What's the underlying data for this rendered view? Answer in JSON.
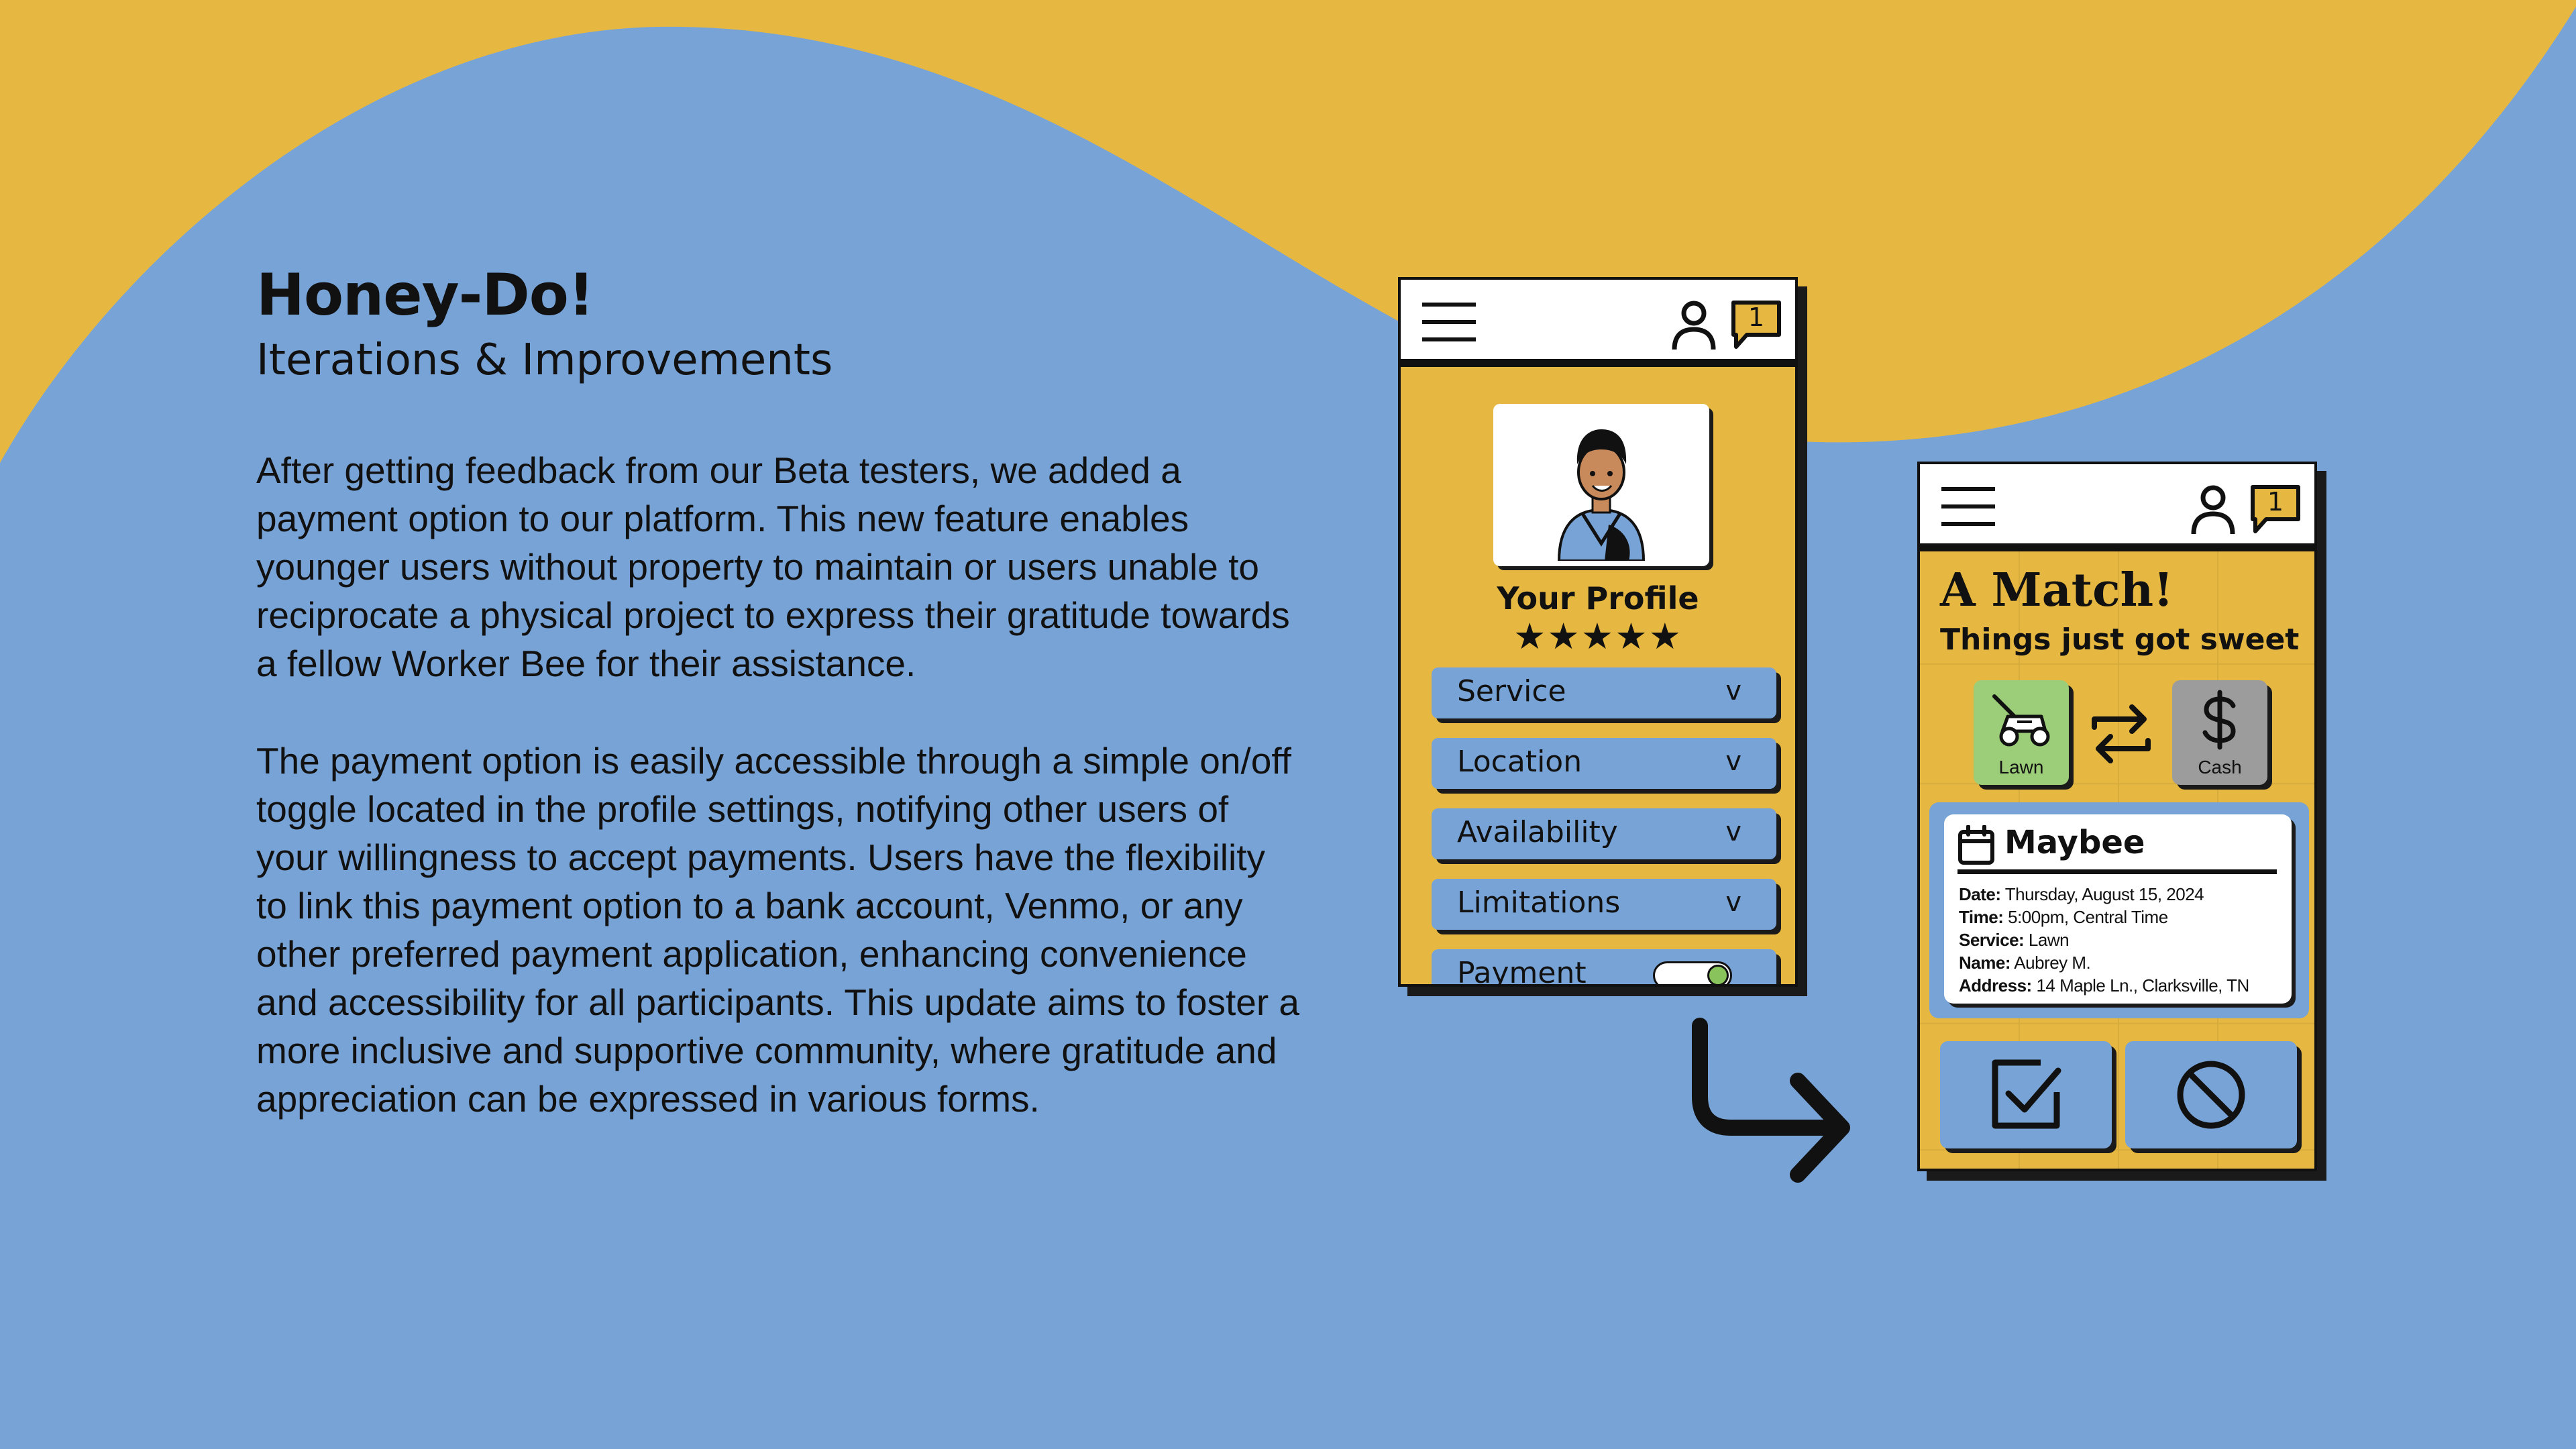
{
  "colors": {
    "background_blue": "#78a3d6",
    "honey_yellow": "#e6b842",
    "toggle_green": "#89c35b",
    "lawn_green": "#9ccd78",
    "cash_gray": "#9c9c9c"
  },
  "heading": {
    "title": "Honey-Do!",
    "subtitle": "Iterations & Improvements"
  },
  "body": {
    "paragraph1": "After getting feedback from our Beta testers, we added a payment option to our platform. This new feature enables younger users without property to maintain or users unable to reciprocate a physical project to express their gratitude towards a fellow Worker Bee for their assistance.",
    "paragraph2": "The payment option is easily accessible through a simple on/off toggle located in the profile settings, notifying other users of your willingness to accept payments. Users have the flexibility to link this payment option to a bank account, Venmo, or any other preferred payment application, enhancing convenience and accessibility for all participants. This update aims to foster a more inclusive and supportive community, where gratitude and appreciation can be expressed in various forms."
  },
  "profile_screen": {
    "header": {
      "menu_icon": "hamburger-icon",
      "user_icon": "user-icon",
      "chat_icon": "chat-bubble-icon",
      "notification_count": "1"
    },
    "title": "Your Profile",
    "rating_stars": "★★★★★",
    "rating": 5,
    "menu": [
      {
        "label": "Service",
        "chevron": "v"
      },
      {
        "label": "Location",
        "chevron": "v"
      },
      {
        "label": "Availability",
        "chevron": "v"
      },
      {
        "label": "Limitations",
        "chevron": "v"
      }
    ],
    "payment": {
      "label": "Payment",
      "toggle_on": true
    }
  },
  "match_screen": {
    "header": {
      "menu_icon": "hamburger-icon",
      "user_icon": "user-icon",
      "chat_icon": "chat-bubble-icon",
      "notification_count": "1"
    },
    "title": "A Match!",
    "subtitle": "Things just got sweet",
    "offer": {
      "label": "Lawn",
      "icon": "lawn-mower-icon"
    },
    "swap_icon": "swap-arrows-icon",
    "request": {
      "label": "Cash",
      "icon": "dollar-icon"
    },
    "event": {
      "name": "Maybee",
      "icon": "calendar-icon",
      "date_label": "Date:",
      "date": "Thursday, August 15, 2024",
      "time_label": "Time:",
      "time": "5:00pm, Central Time",
      "service_label": "Service:",
      "service": "Lawn",
      "name_label": "Name:",
      "person": "Aubrey M.",
      "address_label": "Address:",
      "address": "14 Maple Ln., Clarksville, TN"
    },
    "accept_icon": "checkbox-icon",
    "decline_icon": "prohibited-icon"
  },
  "flow_arrow_icon": "arrow-turn-right-icon"
}
